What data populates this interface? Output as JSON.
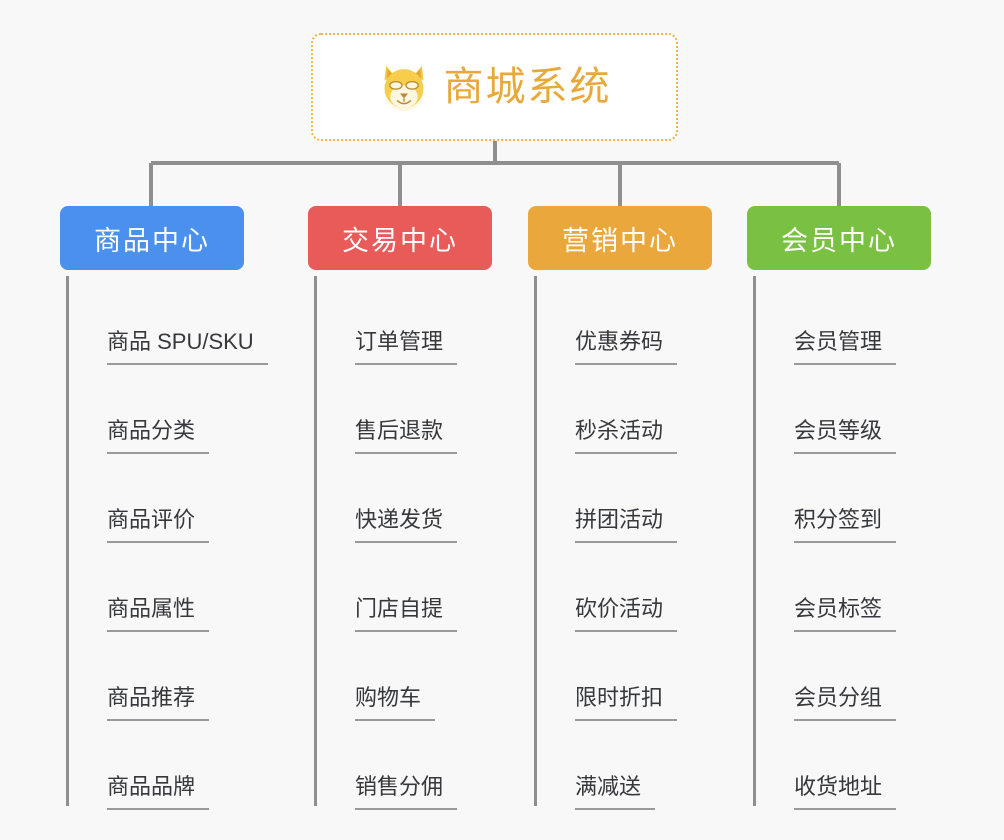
{
  "page": {
    "background_color": "#f8f8f8",
    "diagram_type": "mind-map",
    "title": "商城系统"
  },
  "root": {
    "label": "商城系统",
    "icon": "shiba-dog-face-icon",
    "text_color": "#e8a93c",
    "border_color": "#f0b540",
    "background_color": "#ffffff"
  },
  "connector": {
    "color": "#8f8f8f"
  },
  "branches": [
    {
      "id": "product-center",
      "label": "商品中心",
      "color": "#4a90ec",
      "items": [
        {
          "label": "商品 SPU/SKU"
        },
        {
          "label": "商品分类"
        },
        {
          "label": "商品评价"
        },
        {
          "label": "商品属性"
        },
        {
          "label": "商品推荐"
        },
        {
          "label": "商品品牌"
        }
      ]
    },
    {
      "id": "trade-center",
      "label": "交易中心",
      "color": "#e85b58",
      "items": [
        {
          "label": "订单管理"
        },
        {
          "label": "售后退款"
        },
        {
          "label": "快递发货"
        },
        {
          "label": "门店自提"
        },
        {
          "label": "购物车"
        },
        {
          "label": "销售分佣"
        }
      ]
    },
    {
      "id": "marketing-center",
      "label": "营销中心",
      "color": "#eaa73c",
      "items": [
        {
          "label": "优惠券码"
        },
        {
          "label": "秒杀活动"
        },
        {
          "label": "拼团活动"
        },
        {
          "label": "砍价活动"
        },
        {
          "label": "限时折扣"
        },
        {
          "label": "满减送"
        }
      ]
    },
    {
      "id": "member-center",
      "label": "会员中心",
      "color": "#7ac143",
      "items": [
        {
          "label": "会员管理"
        },
        {
          "label": "会员等级"
        },
        {
          "label": "积分签到"
        },
        {
          "label": "会员标签"
        },
        {
          "label": "会员分组"
        },
        {
          "label": "收货地址"
        }
      ]
    }
  ]
}
